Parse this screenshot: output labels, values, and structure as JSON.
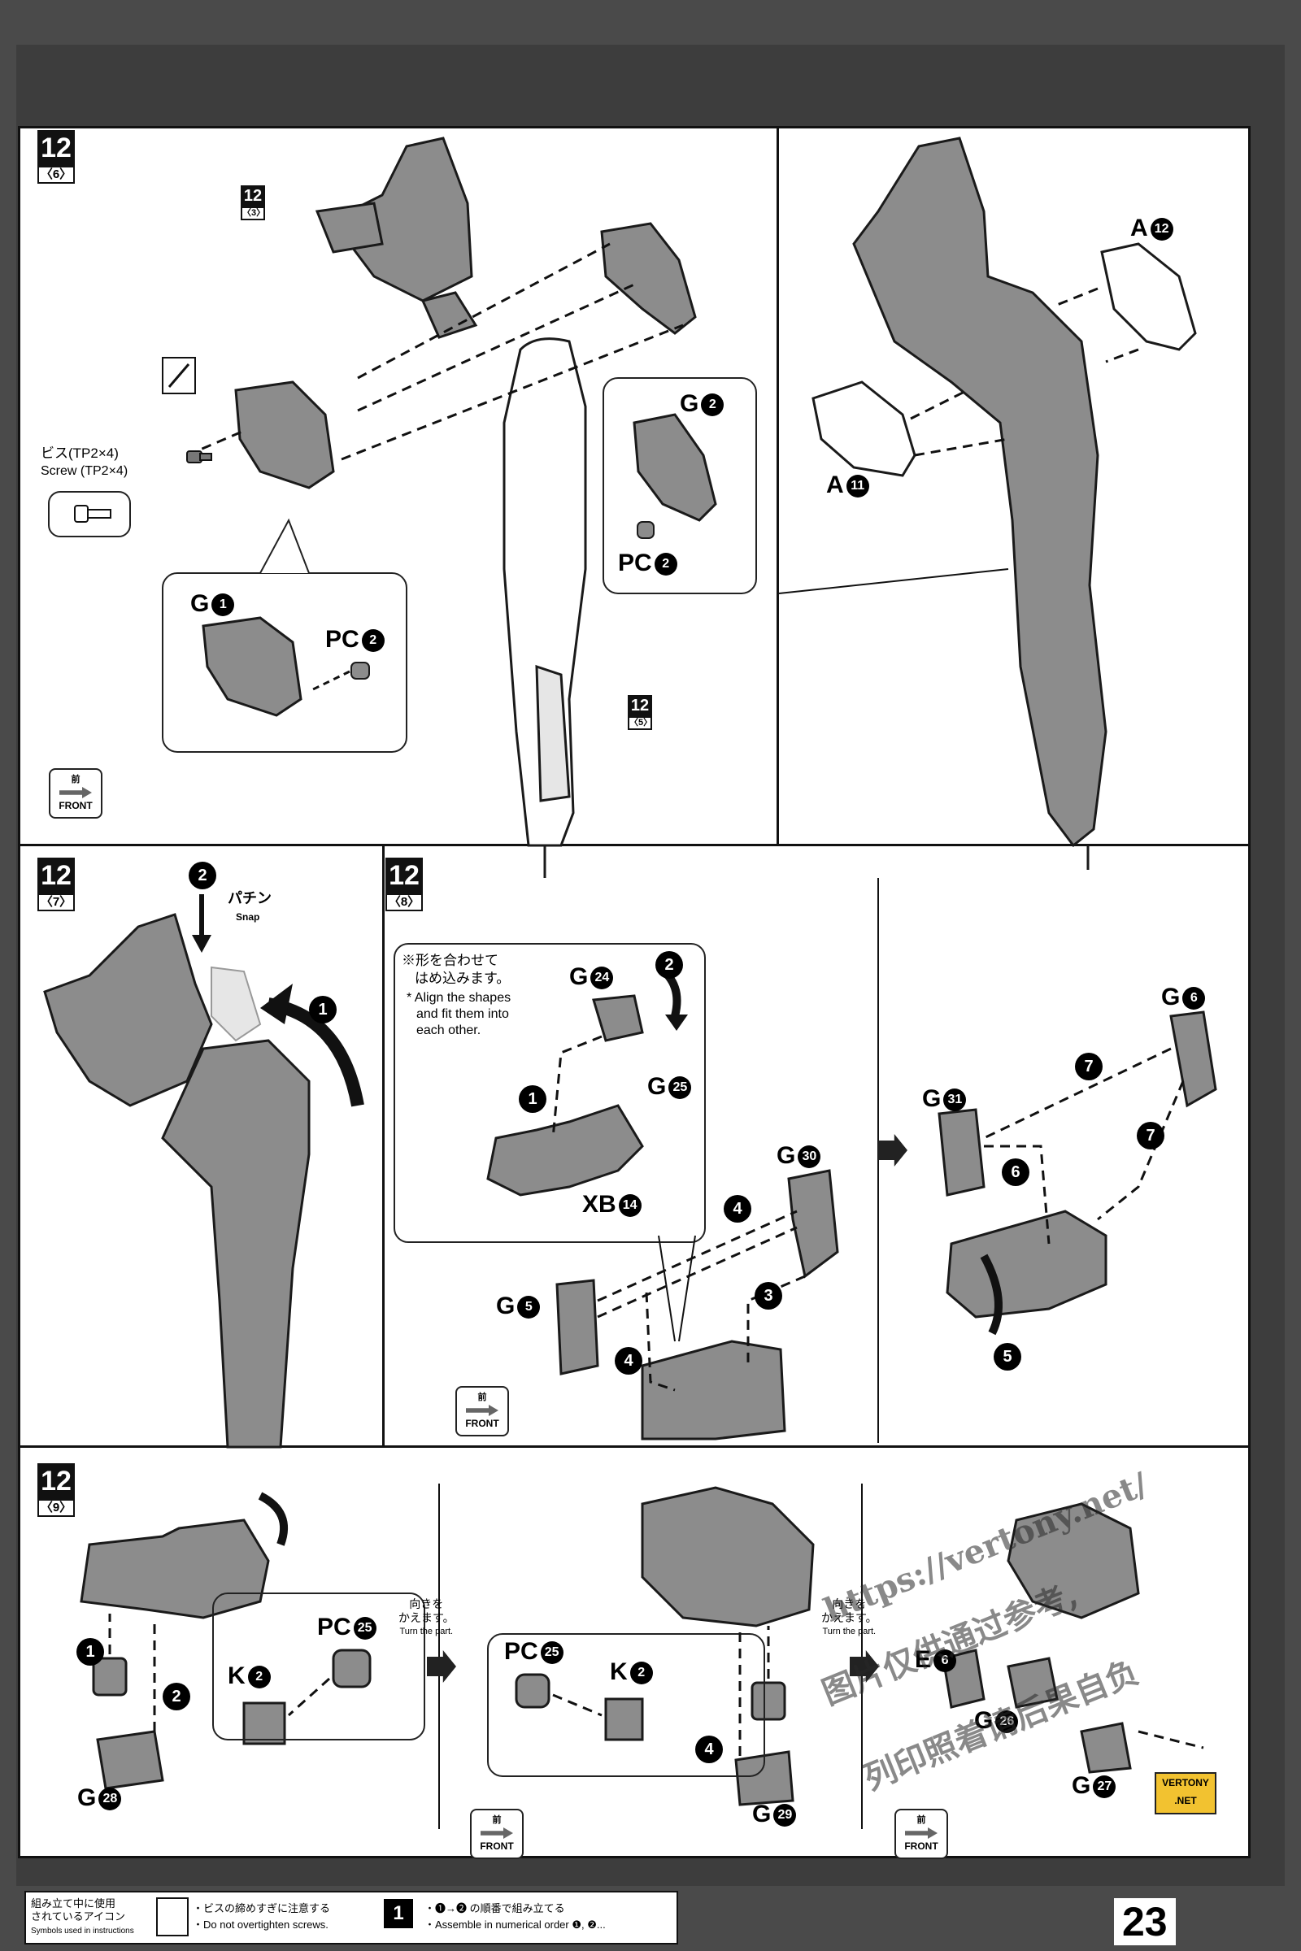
{
  "steps": {
    "s6": {
      "num": "12",
      "sub": "〈6〉"
    },
    "s7": {
      "num": "12",
      "sub": "〈7〉"
    },
    "s8": {
      "num": "12",
      "sub": "〈8〉"
    },
    "s9": {
      "num": "12",
      "sub": "〈9〉"
    }
  },
  "refs": {
    "r3": {
      "num": "12",
      "sub": "〈3〉"
    },
    "r5": {
      "num": "12",
      "sub": "〈5〉"
    }
  },
  "panel6": {
    "screw_jp": "ビス(TP2×4)",
    "screw_en": "Screw (TP2×4)",
    "parts": [
      "G",
      "PC",
      "G",
      "PC",
      "A",
      "A"
    ],
    "circles": [
      "1",
      "2",
      "2",
      "2",
      "12",
      "11"
    ]
  },
  "panel7": {
    "snap_jp": "パチン",
    "snap_en": "Snap",
    "step_nums": [
      "2",
      "1"
    ]
  },
  "panel8": {
    "note_jp_1": "※形を合わせて",
    "note_jp_2": "はめ込みます。",
    "note_en_1": "* Align the shapes",
    "note_en_2": "and fit them into",
    "note_en_3": "each other.",
    "parts": [
      "G",
      "G",
      "XB",
      "G",
      "G",
      "G",
      "G"
    ],
    "circles": [
      "24",
      "25",
      "14",
      "30",
      "5",
      "6",
      "31"
    ],
    "step_nums": [
      "2",
      "1",
      "4",
      "3",
      "4",
      "7",
      "7",
      "6",
      "5"
    ]
  },
  "panel9": {
    "turn_jp_1": "向きを",
    "turn_jp_2": "かえます。",
    "turn_en": "Turn the part.",
    "parts": [
      "PC",
      "K",
      "G",
      "PC",
      "K",
      "G",
      "E",
      "G",
      "G"
    ],
    "circles": [
      "25",
      "2",
      "28",
      "25",
      "2",
      "29",
      "6",
      "26",
      "27"
    ],
    "step_nums": [
      "1",
      "2",
      "4"
    ]
  },
  "front": {
    "jp": "前",
    "en": "FRONT"
  },
  "footer": {
    "title_jp_1": "組み立て中に使用",
    "title_jp_2": "されているアイコン",
    "title_en": "Symbols used in instructions",
    "screw_warn_jp": "・ビスの締めすぎに注意する",
    "screw_warn_en": "・Do not overtighten screws.",
    "order_jp": "・❶→❷ の順番で組み立てる",
    "order_en": "・Assemble in numerical order ❶, ❷..."
  },
  "page_number": "23",
  "watermark": {
    "url": "https://vertony.net/",
    "cn_1": "图片仅供通过参考,",
    "cn_2": "列印照着请后果自负",
    "logo_1": "VERTONY",
    "logo_2": ".NET"
  },
  "colors": {
    "part_fill": "#8c8c8c",
    "part_stroke": "#1a1a1a",
    "border": "#111111"
  }
}
